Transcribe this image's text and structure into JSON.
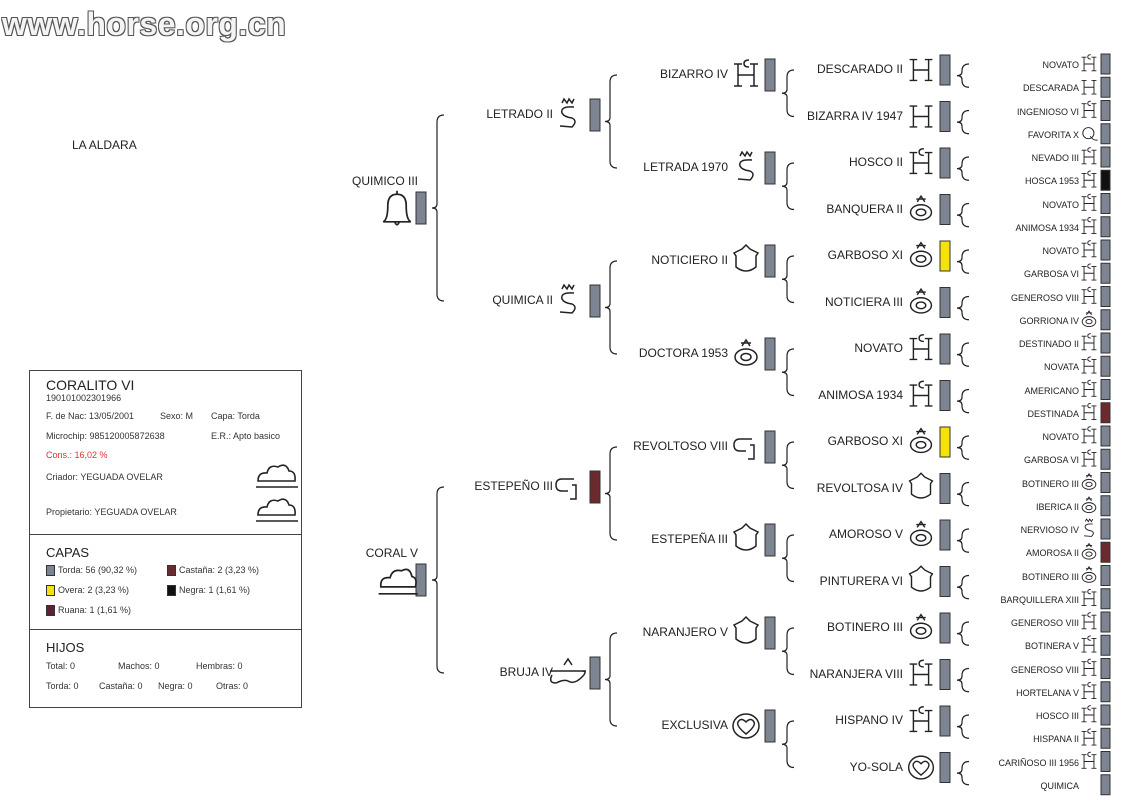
{
  "watermark": "www.horse.org.cn",
  "farm": "LA ALDARA",
  "card": {
    "name": "CORALITO VI",
    "id": "190101002301966",
    "birth": "F. de Nac: 13/05/2001",
    "sex": "Sexo: M",
    "coat": "Capa: Torda",
    "microchip": "Microchip: 985120005872638",
    "er": "E.R.: Apto basico",
    "cons": "Cons.: 16,02 %",
    "breeder": "Criador: YEGUADA OVELAR",
    "owner": "Propietario: YEGUADA OVELAR"
  },
  "capas": {
    "title": "CAPAS",
    "items": [
      {
        "label": "Torda: 56 (90,32 %)",
        "color": "#7d8592"
      },
      {
        "label": "Castaña: 2 (3,23 %)",
        "color": "#6b2a2e"
      },
      {
        "label": "Overa: 2 (3,23 %)",
        "color": "#f4e20a"
      },
      {
        "label": "Negra: 1 (1,61 %)",
        "color": "#111111"
      },
      {
        "label": "Ruana: 1 (1,61 %)",
        "color": "#5e2232"
      }
    ]
  },
  "hijos": {
    "title": "HIJOS",
    "total": "Total: 0",
    "machos": "Machos: 0",
    "hembras": "Hembras: 0",
    "torda": "Torda: 0",
    "castana": "Castaña: 0",
    "negra": "Negra: 0",
    "otras": "Otras: 0"
  },
  "gen1": [
    {
      "name": "QUIMICO III",
      "brand": "bell-icon",
      "color": "#7d8592"
    },
    {
      "name": "CORAL V",
      "brand": "cloud-icon",
      "color": "#7d8592"
    }
  ],
  "gen2": [
    {
      "name": "LETRADO II",
      "brand": "crowned-s-icon",
      "color": "#7d8592"
    },
    {
      "name": "QUIMICA II",
      "brand": "crowned-s-icon",
      "color": "#7d8592"
    },
    {
      "name": "ESTEPEÑO III",
      "brand": "g-hook-icon",
      "color": "#6b2a2e"
    },
    {
      "name": "BRUJA IV",
      "brand": "crowned-scroll-icon",
      "color": "#7d8592"
    }
  ],
  "gen3": [
    {
      "name": "BIZARRO IV",
      "brand": "h-c-icon",
      "color": "#7d8592"
    },
    {
      "name": "LETRADA 1970",
      "brand": "crowned-s-icon",
      "color": "#7d8592"
    },
    {
      "name": "NOTICIERO II",
      "brand": "shield-icon",
      "color": "#7d8592"
    },
    {
      "name": "DOCTORA 1953",
      "brand": "crowned-oval-icon",
      "color": "#7d8592"
    },
    {
      "name": "REVOLTOSO VIII",
      "brand": "g-hook-icon",
      "color": "#7d8592"
    },
    {
      "name": "ESTEPEÑA III",
      "brand": "shield-icon",
      "color": "#7d8592"
    },
    {
      "name": "NARANJERO V",
      "brand": "shield-icon",
      "color": "#7d8592"
    },
    {
      "name": "EXCLUSIVA",
      "brand": "heart-circle-icon",
      "color": "#7d8592"
    }
  ],
  "gen4": [
    {
      "name": "DESCARADO II",
      "brand": "h-icon",
      "color": "#7d8592"
    },
    {
      "name": "BIZARRA IV 1947",
      "brand": "h-icon",
      "color": "#7d8592"
    },
    {
      "name": "HOSCO II",
      "brand": "h-c-icon",
      "color": "#7d8592"
    },
    {
      "name": "BANQUERA II",
      "brand": "crowned-oval-icon",
      "color": "#7d8592"
    },
    {
      "name": "GARBOSO XI",
      "brand": "crowned-oval-icon",
      "color": "#f4e20a"
    },
    {
      "name": "NOTICIERA III",
      "brand": "crowned-oval-icon",
      "color": "#7d8592"
    },
    {
      "name": "NOVATO",
      "brand": "h-c-icon",
      "color": "#7d8592"
    },
    {
      "name": "ANIMOSA 1934",
      "brand": "h-c-icon",
      "color": "#7d8592"
    },
    {
      "name": "GARBOSO XI",
      "brand": "crowned-oval-icon",
      "color": "#f4e20a"
    },
    {
      "name": "REVOLTOSA IV",
      "brand": "shield-icon",
      "color": "#7d8592"
    },
    {
      "name": "AMOROSO V",
      "brand": "crowned-oval-icon",
      "color": "#7d8592"
    },
    {
      "name": "PINTURERA VI",
      "brand": "shield-icon",
      "color": "#7d8592"
    },
    {
      "name": "BOTINERO III",
      "brand": "crowned-oval-icon",
      "color": "#7d8592"
    },
    {
      "name": "NARANJERA VIII",
      "brand": "h-c-icon",
      "color": "#7d8592"
    },
    {
      "name": "HISPANO IV",
      "brand": "h-c-icon",
      "color": "#7d8592"
    },
    {
      "name": "YO-SOLA",
      "brand": "heart-circle-icon",
      "color": "#7d8592"
    }
  ],
  "gen5": [
    {
      "name": "NOVATO",
      "brand": "h-c-icon",
      "color": "#7d8592"
    },
    {
      "name": "DESCARADA",
      "brand": "h-icon",
      "color": "#7d8592"
    },
    {
      "name": "INGENIOSO VI",
      "brand": "h-c-icon",
      "color": "#7d8592"
    },
    {
      "name": "FAVORITA X",
      "brand": "q-icon",
      "color": "#7d8592"
    },
    {
      "name": "NEVADO III",
      "brand": "h-c-icon",
      "color": "#7d8592"
    },
    {
      "name": "HOSCA 1953",
      "brand": "h-c-icon",
      "color": "#111111"
    },
    {
      "name": "NOVATO",
      "brand": "h-c-icon",
      "color": "#7d8592"
    },
    {
      "name": "ANIMOSA 1934",
      "brand": "h-c-icon",
      "color": "#7d8592"
    },
    {
      "name": "NOVATO",
      "brand": "h-c-icon",
      "color": "#7d8592"
    },
    {
      "name": "GARBOSA VI",
      "brand": "h-c-icon",
      "color": "#7d8592"
    },
    {
      "name": "GENEROSO VIII",
      "brand": "h-c-icon",
      "color": "#7d8592"
    },
    {
      "name": "GORRIONA IV",
      "brand": "crowned-oval-icon",
      "color": "#7d8592"
    },
    {
      "name": "DESTINADO II",
      "brand": "h-c-icon",
      "color": "#7d8592"
    },
    {
      "name": "NOVATA",
      "brand": "h-c-icon",
      "color": "#7d8592"
    },
    {
      "name": "AMERICANO",
      "brand": "h-c-icon",
      "color": "#7d8592"
    },
    {
      "name": "DESTINADA",
      "brand": "h-c-icon",
      "color": "#6b2a2e"
    },
    {
      "name": "NOVATO",
      "brand": "h-c-icon",
      "color": "#7d8592"
    },
    {
      "name": "GARBOSA VI",
      "brand": "h-c-icon",
      "color": "#7d8592"
    },
    {
      "name": "BOTINERO III",
      "brand": "crowned-oval-icon",
      "color": "#7d8592"
    },
    {
      "name": "IBERICA II",
      "brand": "crowned-oval-icon",
      "color": "#7d8592"
    },
    {
      "name": "NERVIOSO IV",
      "brand": "crowned-s-icon",
      "color": "#7d8592"
    },
    {
      "name": "AMOROSA II",
      "brand": "crowned-oval-icon",
      "color": "#6b2a2e"
    },
    {
      "name": "BOTINERO III",
      "brand": "crowned-oval-icon",
      "color": "#7d8592"
    },
    {
      "name": "BARQUILLERA XIII",
      "brand": "h-c-icon",
      "color": "#7d8592"
    },
    {
      "name": "GENEROSO VIII",
      "brand": "h-c-icon",
      "color": "#7d8592"
    },
    {
      "name": "BOTINERA V",
      "brand": "h-c-icon",
      "color": "#7d8592"
    },
    {
      "name": "GENEROSO VIII",
      "brand": "h-c-icon",
      "color": "#7d8592"
    },
    {
      "name": "HORTELANA V",
      "brand": "h-c-icon",
      "color": "#7d8592"
    },
    {
      "name": "HOSCO III",
      "brand": "h-c-icon",
      "color": "#7d8592"
    },
    {
      "name": "HISPANA II",
      "brand": "h-c-icon",
      "color": "#7d8592"
    },
    {
      "name": "CARIÑOSO III 1956",
      "brand": "h-c-icon",
      "color": "#7d8592"
    },
    {
      "name": "QUIMICA",
      "brand": "",
      "color": "#7d8592"
    }
  ]
}
